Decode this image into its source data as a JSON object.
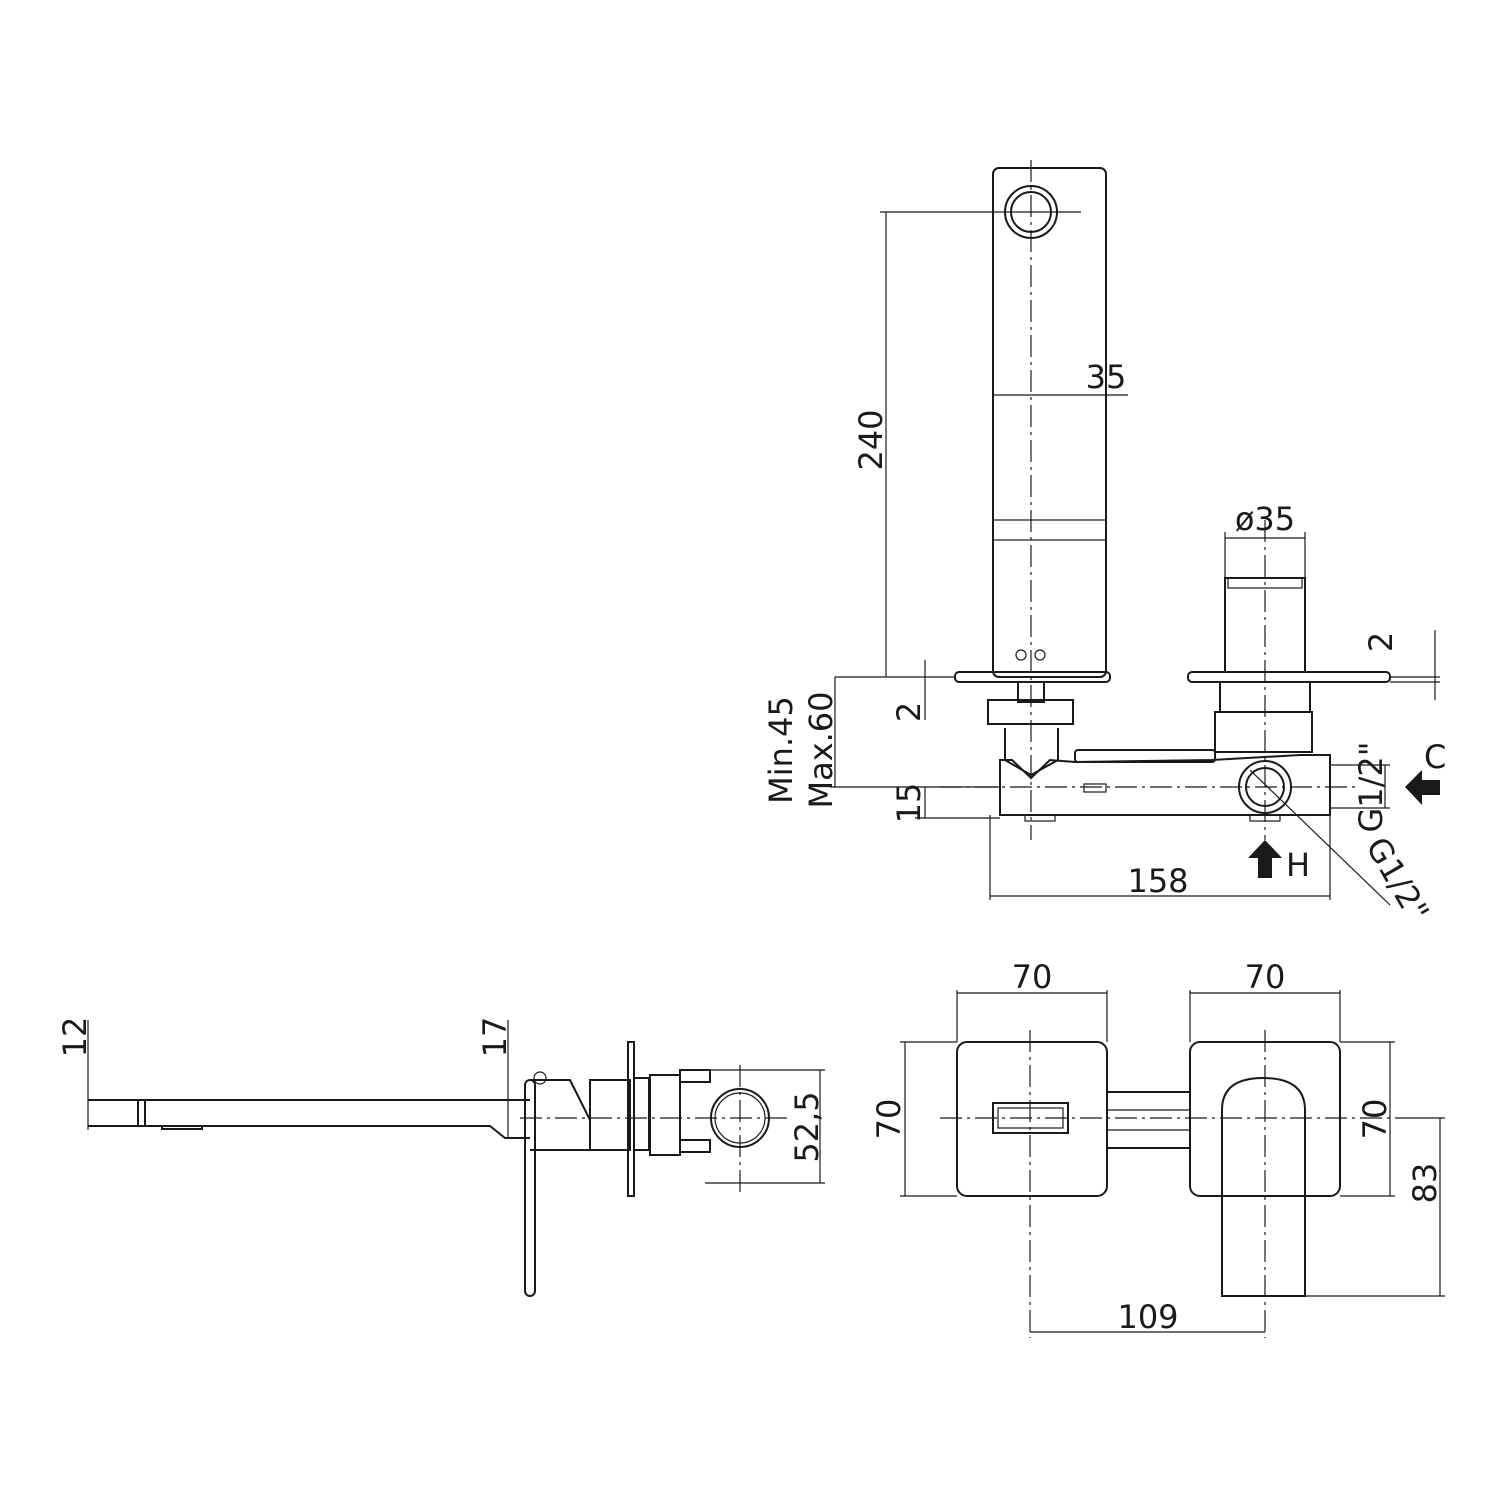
{
  "dimensions": {
    "spout_length": "240",
    "spout_width": "35",
    "cartridge_diameter": "ø35",
    "plate_thickness_left": "2",
    "plate_thickness_right": "2",
    "min_depth": "Min.45",
    "max_depth": "Max.60",
    "body_offset": "15",
    "body_length": "158",
    "inlet_thread_side": "G1/2\"",
    "inlet_thread_bottom": "G1/2\"",
    "cold_label": "C",
    "hot_label": "H",
    "spout_height": "12",
    "spout_base_height": "17",
    "body_height": "52,5",
    "plate_left_width": "70",
    "plate_right_width": "70",
    "plate_left_height": "70",
    "plate_right_height": "70",
    "handle_length": "83",
    "center_distance": "109"
  },
  "colors": {
    "line": "#1a1a1a",
    "background": "#ffffff"
  }
}
